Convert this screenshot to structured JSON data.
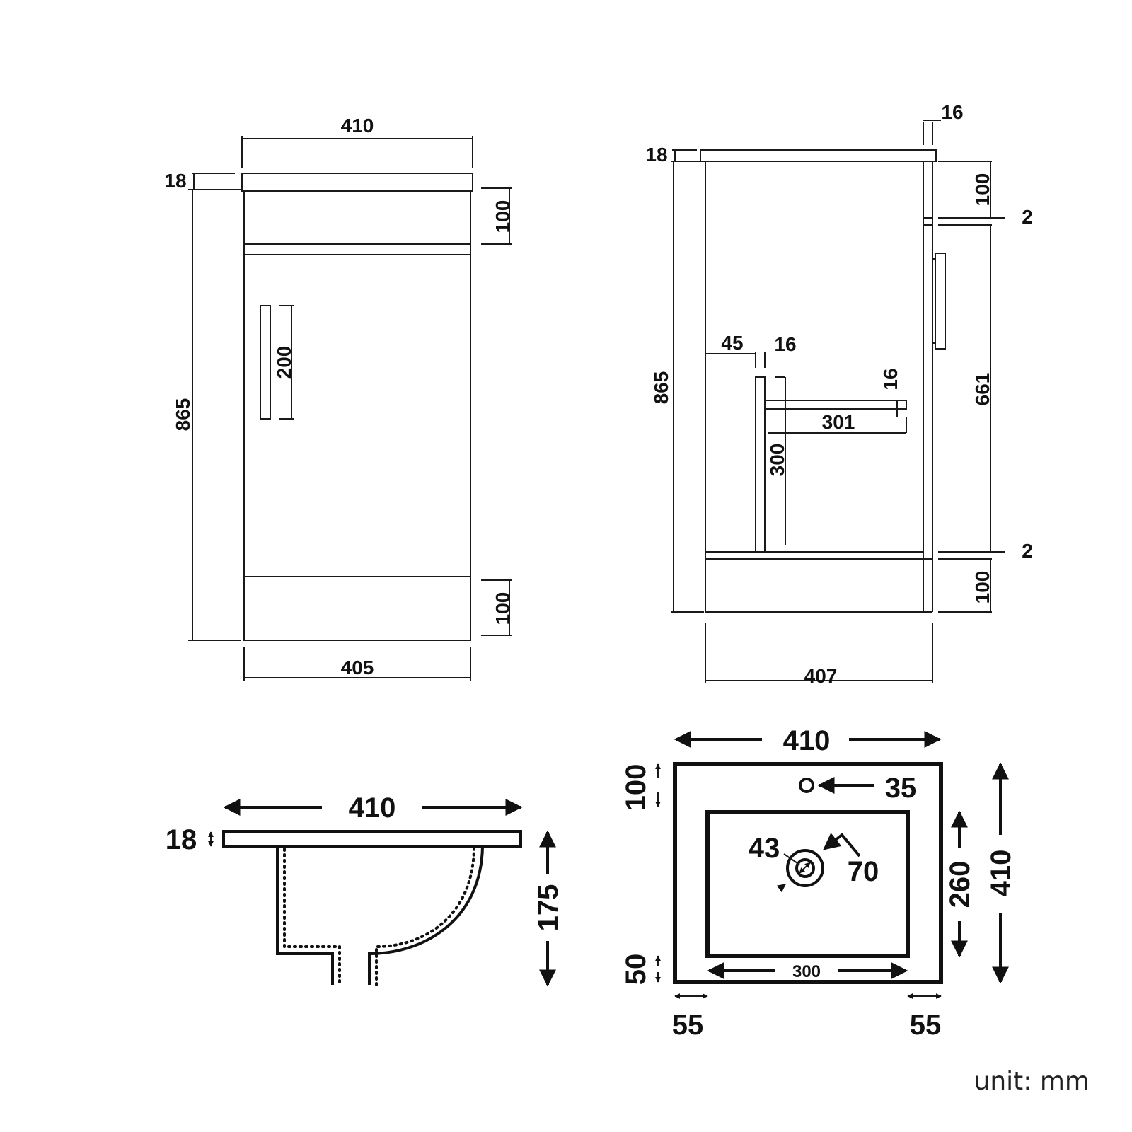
{
  "front_view": {
    "top_width": "410",
    "top_thickness": "18",
    "height": "865",
    "top_rail": "100",
    "handle_length": "200",
    "plinth": "100",
    "base_width": "405"
  },
  "side_view": {
    "top_overhang": "16",
    "top_thickness": "18",
    "height": "865",
    "top_rail": "100",
    "gap_top": "2",
    "door_height": "661",
    "gap_bottom": "2",
    "plinth": "100",
    "depth": "407",
    "panel_offset": "45",
    "panel_thickness": "16",
    "shelf_thickness": "16",
    "shelf_depth": "301",
    "panel_height": "300"
  },
  "basin_section": {
    "width": "410",
    "rim_thickness": "18",
    "depth": "175"
  },
  "basin_plan": {
    "width": "410",
    "depth": "410",
    "back_margin": "100",
    "tap_hole": "35",
    "waste_inner": "43",
    "waste_outer": "70",
    "bowl_depth": "260",
    "front_margin": "50",
    "bowl_width": "300",
    "left_margin": "55",
    "right_margin": "55"
  },
  "unit_label": "unit: mm"
}
